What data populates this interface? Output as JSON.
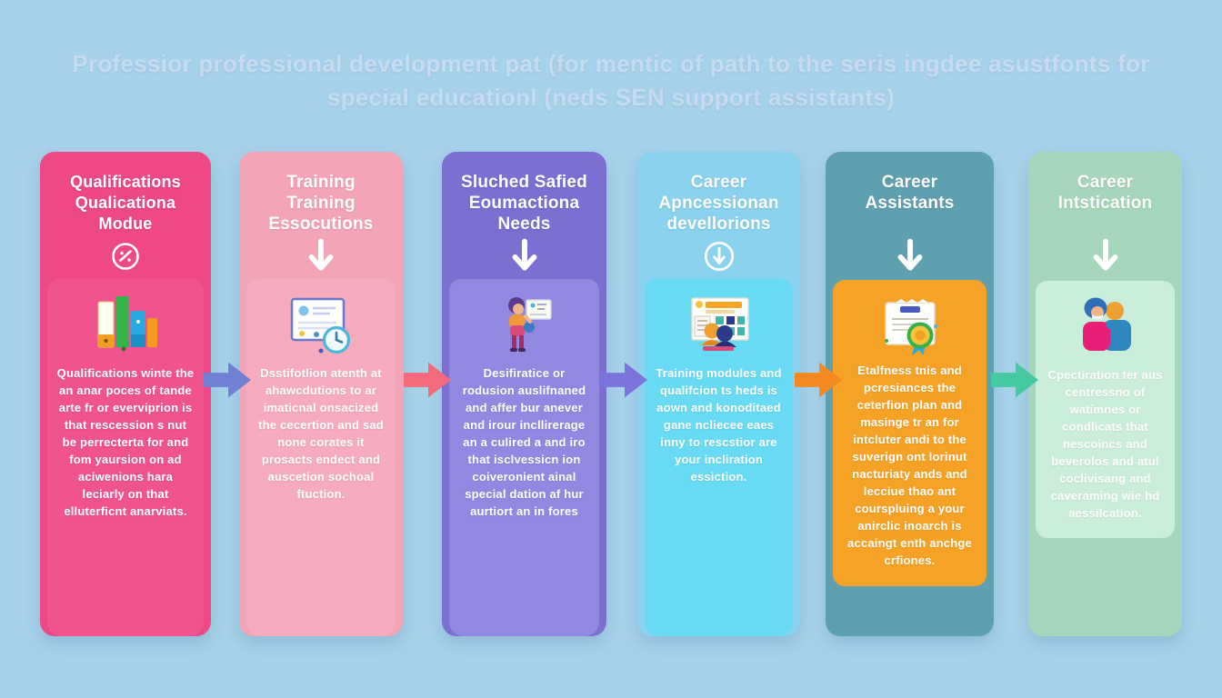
{
  "background_color": "#a7d2ea",
  "title": {
    "line1": "Professior professional development pat (for mentic of path to the seris ingdee asustfonts for",
    "line2": "special educationl (neds SEN support assistants)"
  },
  "columns": [
    {
      "header_lines": [
        "Qualifications",
        "Qualicationa",
        "Modue"
      ],
      "header_icon": "circled-check",
      "pictogram": "stacked-books",
      "body": "Qualifications winte the an anar poces of tande arte fr or everviprion is that rescession s nut be perrecterta for and fom yaursion on ad aciwenions hara leciarly on that elluterficnt anarviats.",
      "outer_color": "#ee4886",
      "inner_color": "#f0538d"
    },
    {
      "header_lines": [
        "Training",
        "Training",
        "Essocutions"
      ],
      "header_icon": "down-arrow",
      "pictogram": "certificate-clock",
      "body": "Dsstifotlion atenth at ahawcdutions to ar imaticnal onsacized the cecertion and sad none corates it prosacts endect and auscetion sochoal ftuction.",
      "outer_color": "#f4a4b7",
      "inner_color": "#f6abbe"
    },
    {
      "header_lines": [
        "Sluched Safied",
        "Eoumactiona",
        "Needs"
      ],
      "header_icon": "down-arrow",
      "pictogram": "person-with-card",
      "body": "Desifiratice or rodusion auslifnaned and affer bur anever and irour incllirerage an a culired a and iro that isclvessicn ion coiveronient ainal special dation af hur aurtiort an in fores",
      "outer_color": "#7b6fd2",
      "inner_color": "#9288e1"
    },
    {
      "header_lines": [
        "Career",
        "Apncessionan",
        "devellorions"
      ],
      "header_icon": "circled-down-arrow",
      "pictogram": "dashboard-people",
      "body": "Training modules and qualifcion ts heds is aown and konoditaed gane ncliecee eaes inny to rescstior are your incliration essiction.",
      "outer_color": "#8ad2ee",
      "inner_color": "#68daf4"
    },
    {
      "header_lines": [
        "Career",
        "Assistants"
      ],
      "header_icon": "down-arrow",
      "pictogram": "certificate-badge",
      "body": "Etalfness tnis and pcresiances the ceterfion plan and masinge tr an for intcluter andi to the suverign ont lorinut nacturiaty ands and lecciue thao ant courspluing a your anirclic inoarch is accaingt enth anchge crfiones.",
      "outer_color": "#5fa0b0",
      "inner_color": "#f6a227"
    },
    {
      "header_lines": [
        "Career",
        "Intstication"
      ],
      "header_icon": "down-arrow",
      "pictogram": "two-people",
      "body": "Cpectiration ter aus centressno of watimnes or condlicats that nescoincs and beverolos and atul coclivisang and caveraming wie hd aessilcation.",
      "outer_color": "#a6d7bc",
      "inner_color": "#cbeeda"
    }
  ],
  "connectors": [
    {
      "color": "#7080d4"
    },
    {
      "color": "#f4697c"
    },
    {
      "color": "#7b74dd"
    },
    {
      "color": "#f28a1f"
    },
    {
      "color": "#44c9a1"
    }
  ]
}
